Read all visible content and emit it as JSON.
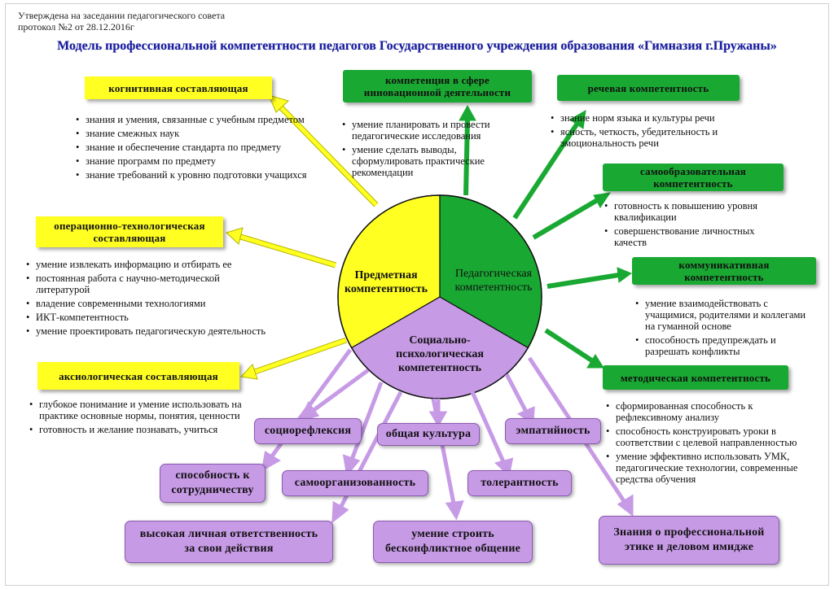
{
  "header": {
    "approval_line1": "Утверждена на заседании педагогического совета",
    "approval_line2": "протокол №2 от 28.12.2016г",
    "title": "Модель профессиональной компетентности педагогов Государственного учреждения образования «Гимназия г.Пружаны»"
  },
  "center": {
    "subject": [
      "Предметная",
      "компетентность"
    ],
    "pedagogical": [
      "Педагогическая",
      "компетентность"
    ],
    "social": [
      "Социально-",
      "психологическая",
      "компетентность"
    ]
  },
  "colors": {
    "yellow": "#ffff22",
    "green": "#19a832",
    "violet": "#c79ae6"
  },
  "left": {
    "cognitive": {
      "label": "когнитивная составляющая",
      "items": [
        "знания и умения, связанные с учебным предметом",
        "знание смежных наук",
        "знание и обеспечение стандарта по предмету",
        "знание программ по предмету",
        "знание требований к уровню подготовки учащихся"
      ]
    },
    "operational": {
      "label_line1": "операционно-технологическая",
      "label_line2": "составляющая",
      "items": [
        "умение извлекать информацию и отбирать ее",
        "постоянная работа с научно-методической литературой",
        "владение современными технологиями",
        "ИКТ-компетентность",
        "умение проектировать педагогическую деятельность"
      ]
    },
    "axiological": {
      "label": "аксиологическая составляющая",
      "items": [
        "глубокое понимание и умение использовать на практике основные нормы, понятия, ценности",
        "готовность и желание познавать, учиться"
      ]
    }
  },
  "right": {
    "innovation": {
      "label_line1": "компетенция в сфере",
      "label_line2": "инновационной деятельности",
      "items": [
        "умение планировать и провести педагогические исследования",
        "умение сделать выводы, сформулировать практические рекомендации"
      ]
    },
    "speech": {
      "label": "речевая компетентность",
      "items": [
        "знание норм языка и культуры речи",
        "ясность, четкость, убедительность и эмоциональность речи"
      ]
    },
    "selfeducation": {
      "label_line1": "самообразовательная",
      "label_line2": "компетентность",
      "items": [
        "готовность к повышению уровня квалификации",
        "совершенствование личностных качеств"
      ]
    },
    "communicative": {
      "label_line1": "коммуникативная",
      "label_line2": "компетентность",
      "items": [
        "умение взаимодействовать с учащимися, родителями и коллегами на гуманной основе",
        "способность предупреждать и разрешать конфликты"
      ]
    },
    "methodical": {
      "label": "методическая компетентность",
      "items": [
        "сформированная способность к рефлексивному анализу",
        "способность конструировать уроки в соответствии с целевой направленностью",
        "умение эффективно использовать УМК, педагогические технологии, современные средства обучения"
      ]
    }
  },
  "bottom": {
    "sociorefl": "социорефлексия",
    "culture": "общая культура",
    "empathy": "эмпатийность",
    "cooperation_line1": "способность к",
    "cooperation_line2": "сотрудничеству",
    "selforg": "самоорганизованность",
    "tolerance": "толерантность",
    "responsibility_line1": "высокая личная ответственность",
    "responsibility_line2": "за свои действия",
    "conflictfree_line1": "умение строить",
    "conflictfree_line2": "бесконфликтное общение",
    "ethics_line1": "Знания о профессиональной",
    "ethics_line2": "этике и деловом имидже"
  }
}
